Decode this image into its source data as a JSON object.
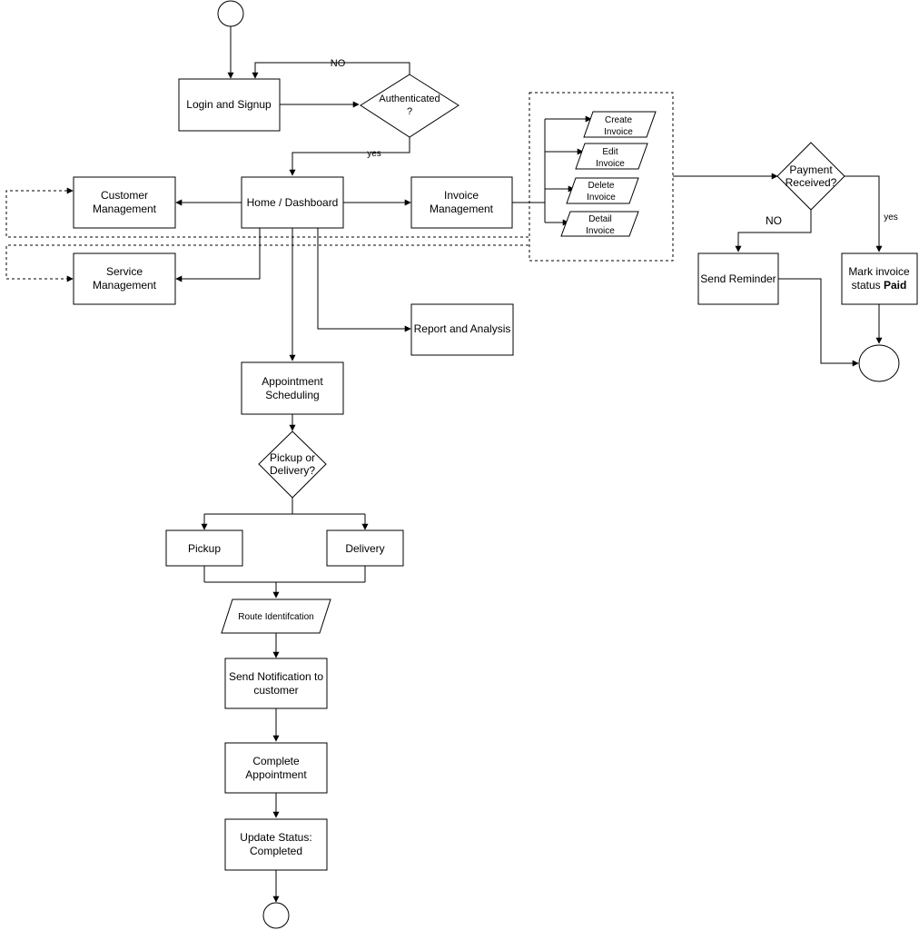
{
  "diagram": {
    "nodes": {
      "login": "Login and Signup",
      "auth_1": "Authenticated",
      "auth_2": "?",
      "home": "Home / Dashboard",
      "customer_1": "Customer",
      "customer_2": "Management",
      "service_1": "Service",
      "service_2": "Management",
      "invoice_1": "Invoice",
      "invoice_2": "Management",
      "report": "Report and Analysis",
      "appointment_1": "Appointment",
      "appointment_2": "Scheduling",
      "pickup_q_1": "Pickup or",
      "pickup_q_2": "Delivery?",
      "pickup": "Pickup",
      "delivery": "Delivery",
      "route": "Route Identifcation",
      "notify_1": "Send Notification to",
      "notify_2": "customer",
      "complete_1": "Complete",
      "complete_2": "Appointment",
      "update_1": "Update Status:",
      "update_2": "Completed",
      "create_1": "Create",
      "create_2": "Invoice",
      "edit_1": "Edit",
      "edit_2": "Invoice",
      "delete_1": "Delete",
      "delete_2": "Invoice",
      "detail_1": "Detail",
      "detail_2": "Invoice",
      "payment_1": "Payment",
      "payment_2": "Received?",
      "reminder": "Send Reminder",
      "paid_1": "Mark invoice",
      "paid_2_prefix": "status ",
      "paid_2_bold": "Paid"
    },
    "edge_labels": {
      "auth_no": "NO",
      "auth_yes": "yes",
      "payment_no": "NO",
      "payment_yes": "yes"
    }
  }
}
